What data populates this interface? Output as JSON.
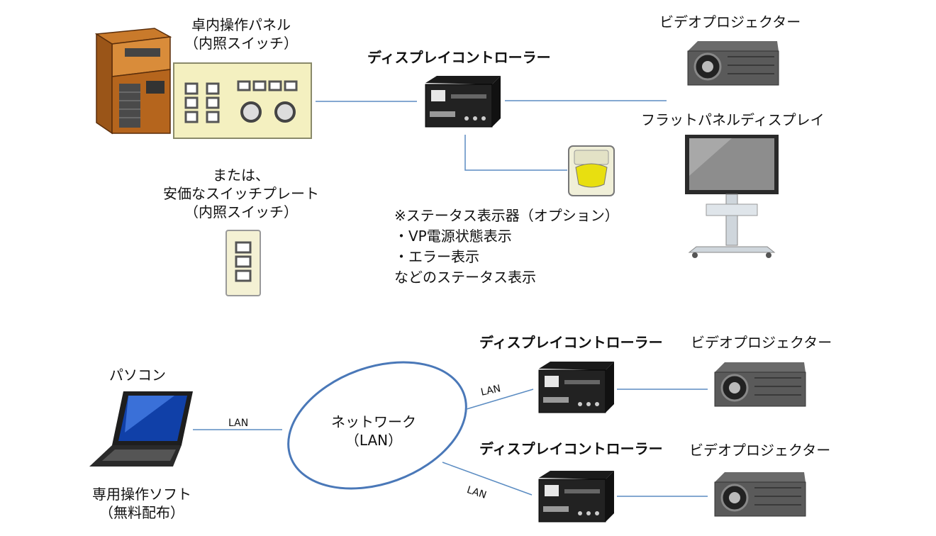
{
  "top": {
    "panel_label": [
      "卓内操作パネル",
      "（内照スイッチ）"
    ],
    "controller_label": "ディスプレイコントローラー",
    "projector_label": "ビデオプロジェクター",
    "flat_panel_label": "フラットパネルディスプレイ",
    "alt_label": [
      "または、",
      "安価なスイッチプレート",
      "（内照スイッチ）"
    ],
    "status_label": [
      "※ステータス表示器（オプション）",
      "・VP電源状態表示",
      "・エラー表示",
      "などのステータス表示"
    ]
  },
  "bottom": {
    "pc_label": "パソコン",
    "software_label": [
      "専用操作ソフト",
      "（無料配布）"
    ],
    "lan_pc": "LAN",
    "network_label": [
      "ネットワーク",
      "（LAN）"
    ],
    "lan_upper": "LAN",
    "lan_lower": "LAN",
    "controller_label_1": "ディスプレイコントローラー",
    "controller_label_2": "ディスプレイコントローラー",
    "projector_label_1": "ビデオプロジェクター",
    "projector_label_2": "ビデオプロジェクター"
  },
  "colors": {
    "line": "#5b8cc2",
    "ellipse": "#4a78b8",
    "panel": "#f4f0c0",
    "wood": "#b5651d"
  }
}
